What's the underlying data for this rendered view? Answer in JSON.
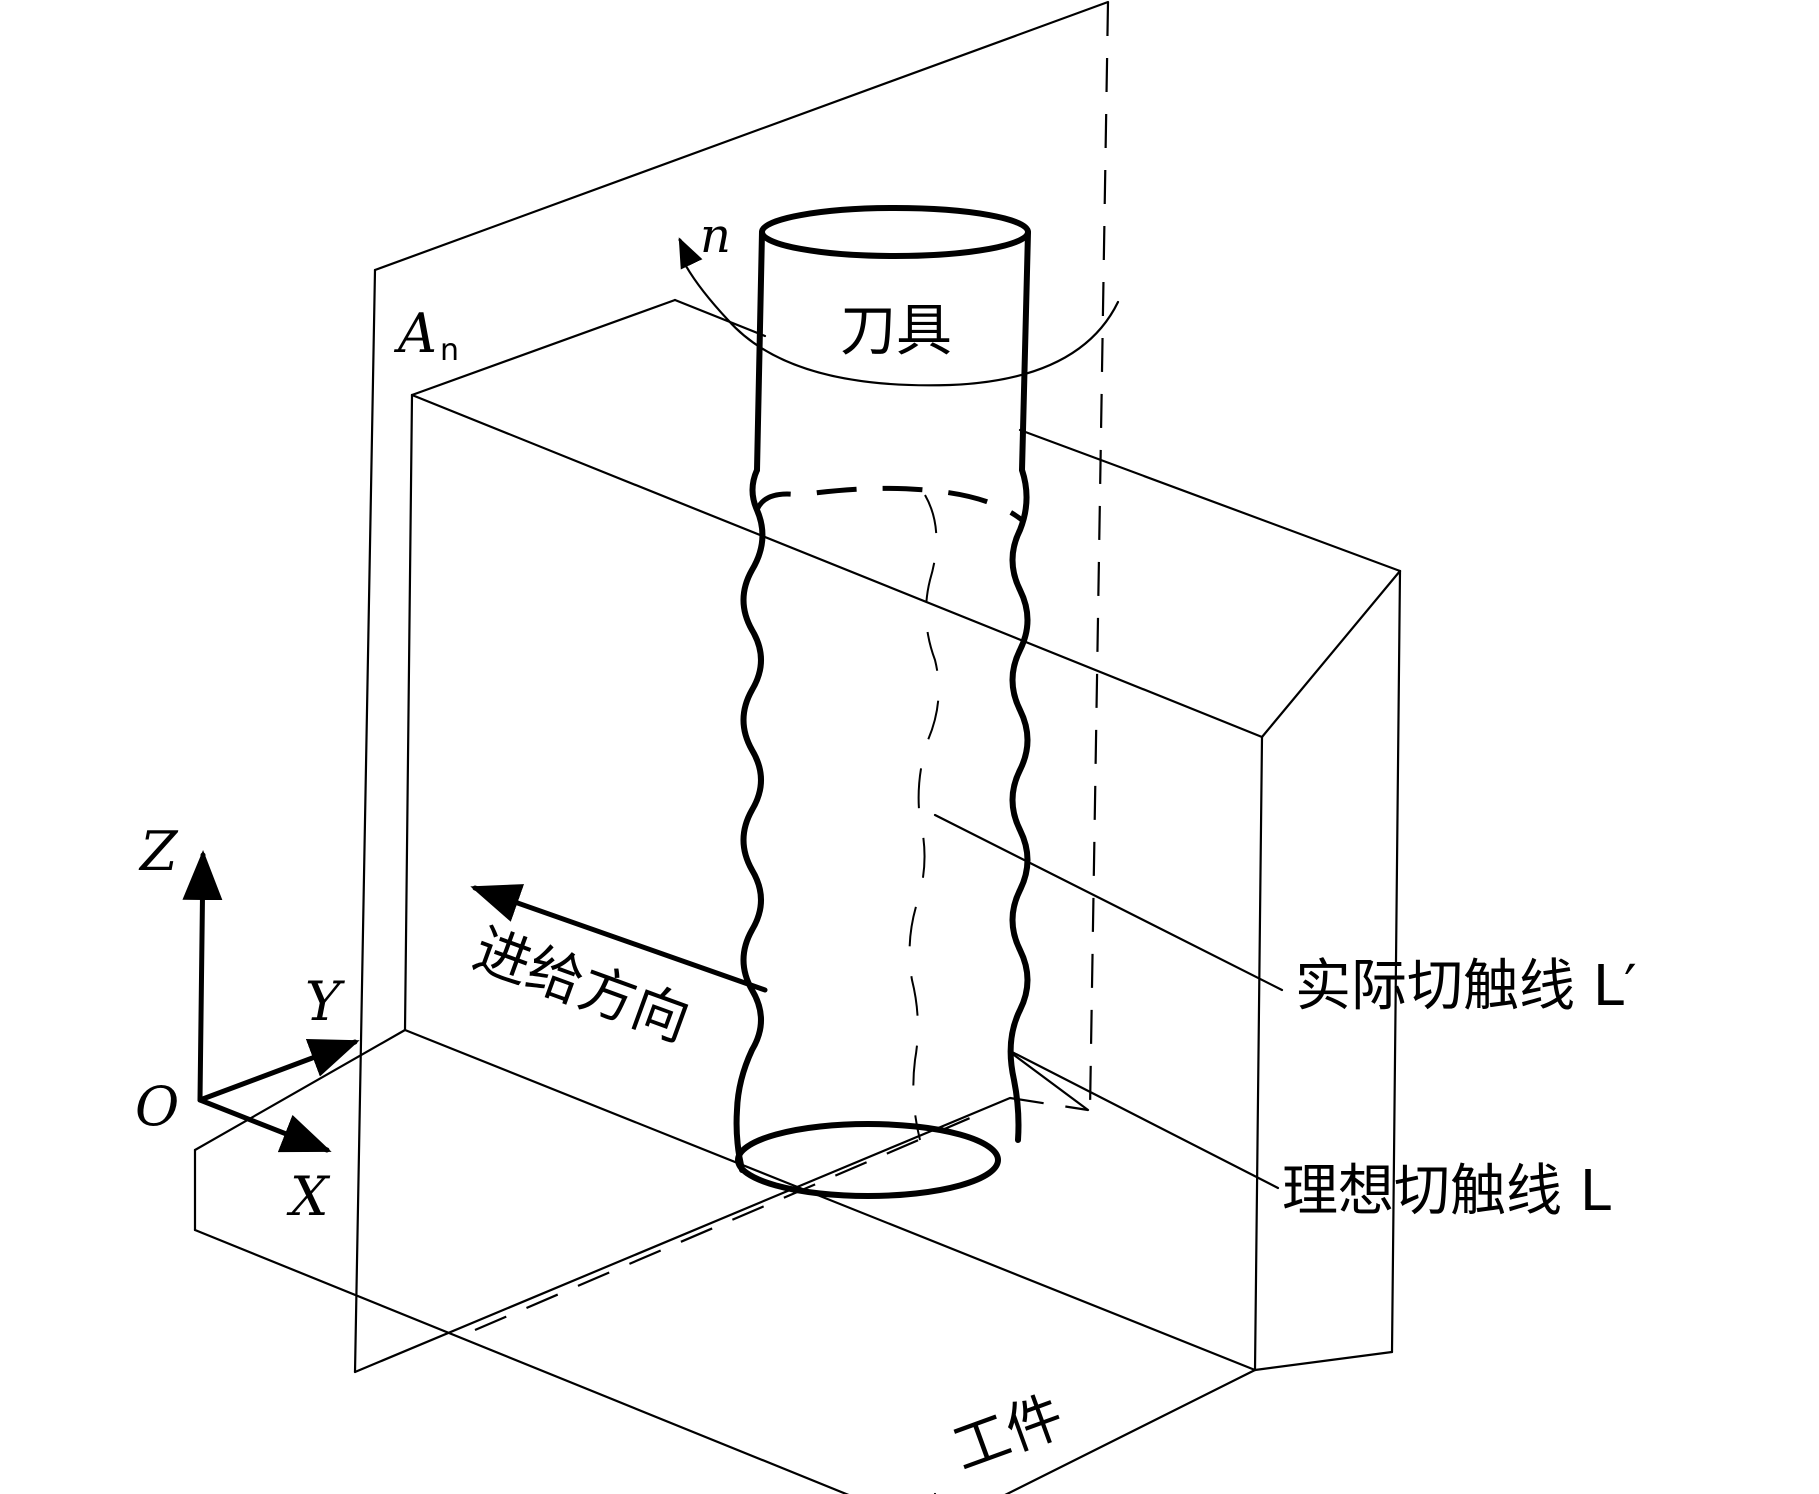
{
  "labels": {
    "plane": "A",
    "plane_sub": "n",
    "rotation": "n",
    "tool": "刀具",
    "feed_direction": "进给方向",
    "actual_contact_line": "实际切触线 L′",
    "ideal_contact_line": "理想切触线 L",
    "workpiece": "工件",
    "axis_z": "Z",
    "axis_y": "Y",
    "axis_x": "X",
    "origin": "O"
  }
}
